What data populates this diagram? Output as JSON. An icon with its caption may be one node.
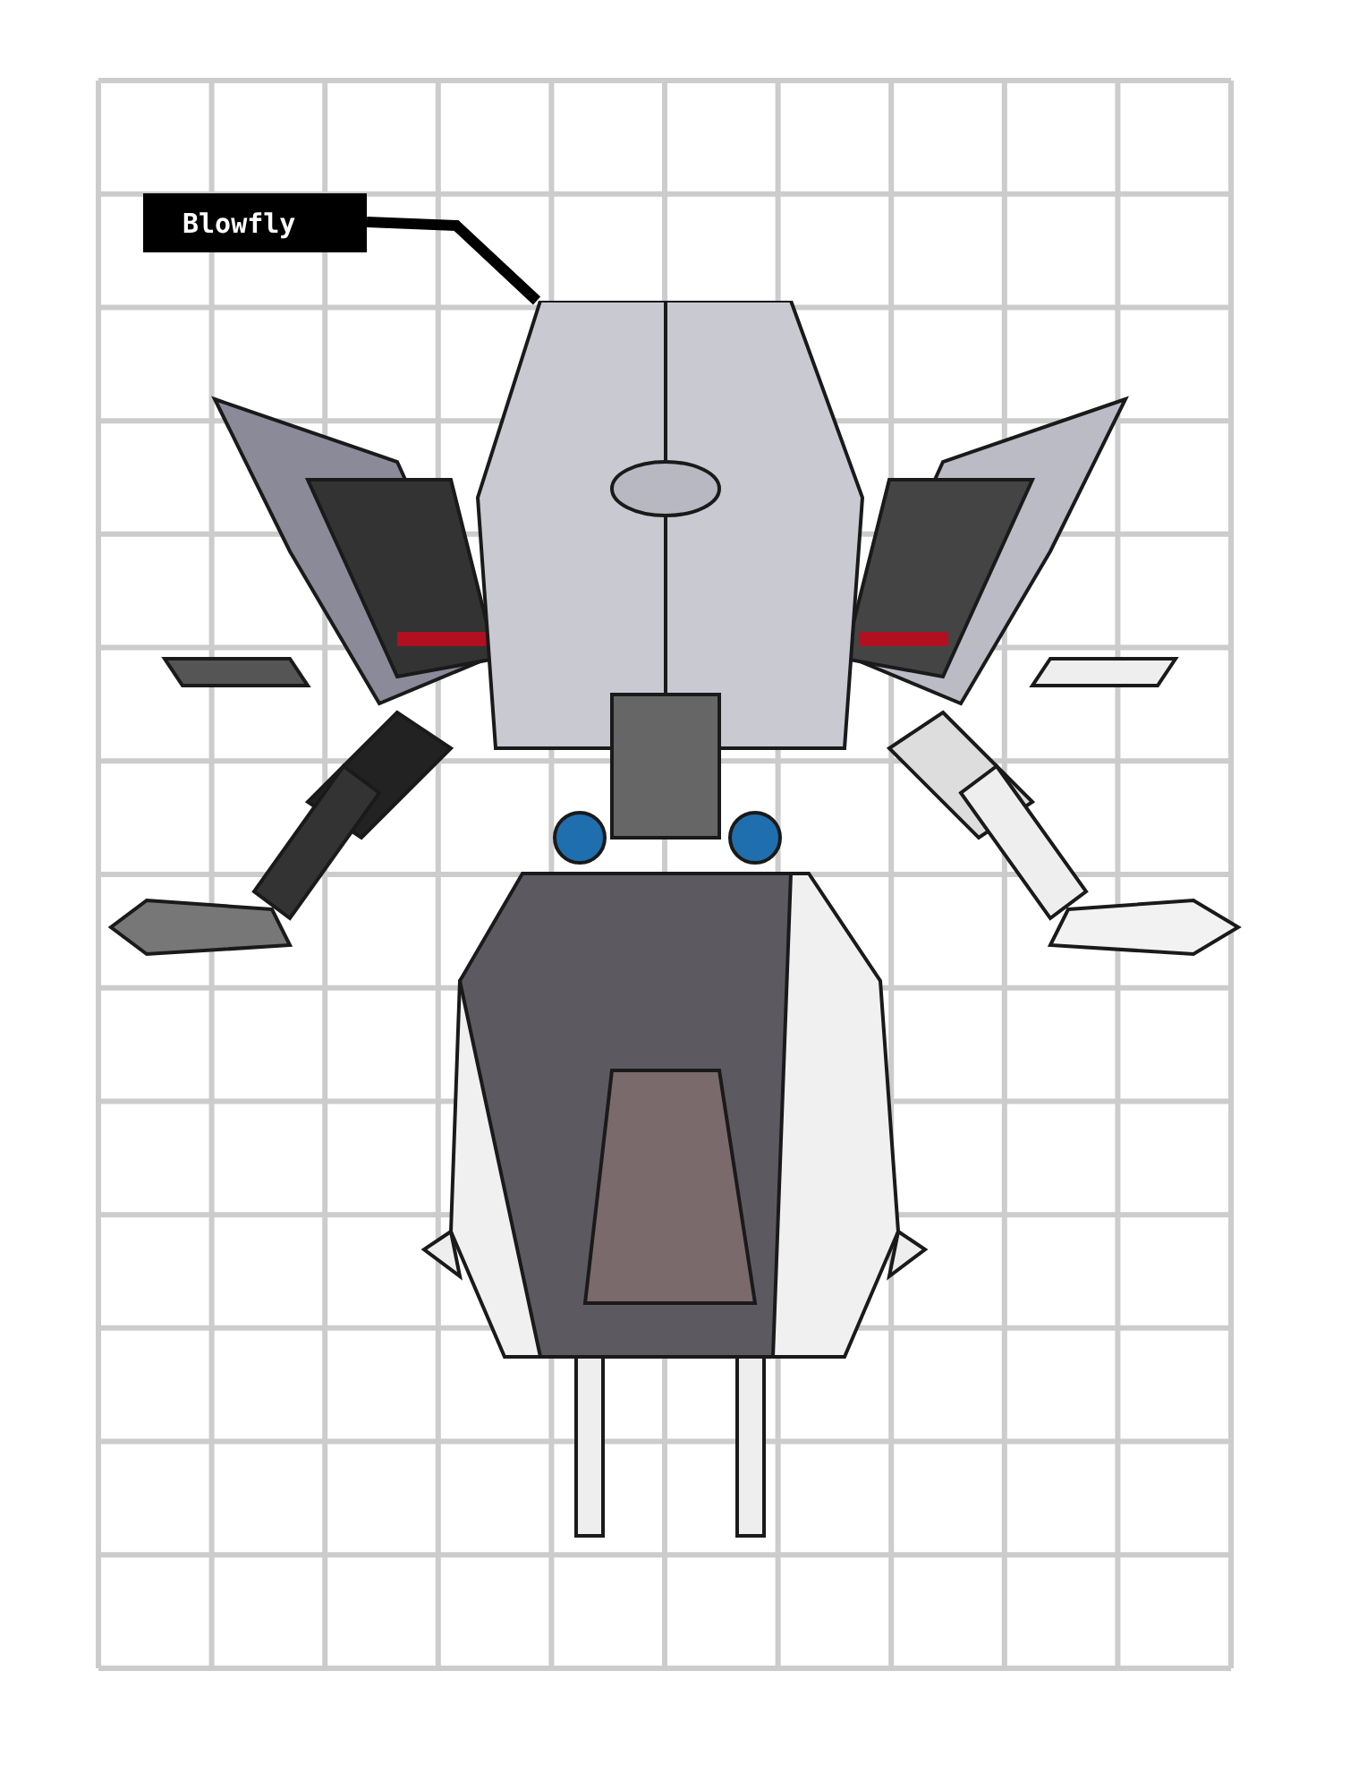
{
  "diagram": {
    "nodes": [
      {
        "text": [
          "Blowfly"
        ]
      },
      {
        "text": [],
        "shape": "picture"
      }
    ],
    "edges": [
      {
        "from": 0,
        "to": 1,
        "arrow": "none"
      }
    ]
  }
}
